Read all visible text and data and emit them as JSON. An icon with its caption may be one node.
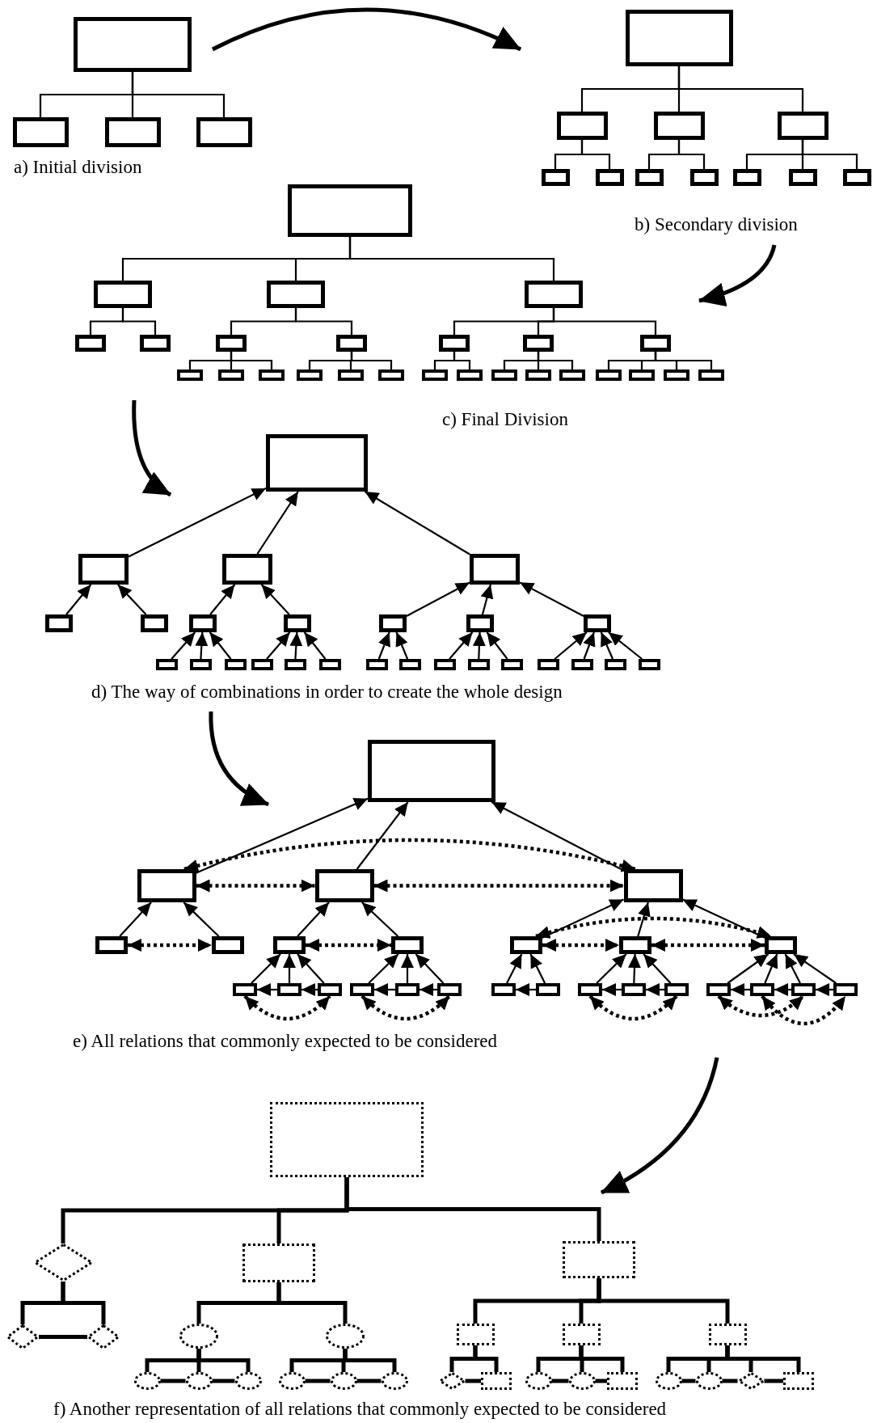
{
  "diagram": {
    "nodes": [
      {
        "text": [],
        "shape": "box"
      },
      {
        "text": [],
        "shape": "box"
      },
      {
        "text": [],
        "shape": "box"
      },
      {
        "text": [],
        "shape": "box"
      },
      {
        "text": [],
        "shape": "box"
      },
      {
        "text": [],
        "shape": "box"
      },
      {
        "text": [],
        "shape": "box"
      },
      {
        "text": [],
        "shape": "box"
      },
      {
        "text": [],
        "shape": "box"
      },
      {
        "text": [],
        "shape": "box"
      },
      {
        "text": [],
        "shape": "box"
      },
      {
        "text": [],
        "shape": "box"
      },
      {
        "text": [],
        "shape": "box"
      },
      {
        "text": [],
        "shape": "box"
      },
      {
        "text": [],
        "shape": "box"
      },
      {
        "text": [],
        "shape": "box"
      },
      {
        "text": [],
        "shape": "box"
      },
      {
        "text": [],
        "shape": "box"
      },
      {
        "text": [],
        "shape": "box"
      },
      {
        "text": [],
        "shape": "box"
      },
      {
        "text": [],
        "shape": "box"
      },
      {
        "text": [],
        "shape": "box"
      },
      {
        "text": [],
        "shape": "box"
      },
      {
        "text": [],
        "shape": "box"
      },
      {
        "text": [],
        "shape": "box"
      },
      {
        "text": [],
        "shape": "box"
      },
      {
        "text": [],
        "shape": "box"
      },
      {
        "text": [],
        "shape": "box"
      },
      {
        "text": [],
        "shape": "box"
      },
      {
        "text": [],
        "shape": "box"
      },
      {
        "text": [],
        "shape": "box"
      },
      {
        "text": [],
        "shape": "box"
      },
      {
        "text": [],
        "shape": "box"
      },
      {
        "text": [],
        "shape": "box"
      },
      {
        "text": [],
        "shape": "box"
      },
      {
        "text": [],
        "shape": "box"
      },
      {
        "text": [],
        "shape": "box"
      },
      {
        "text": [],
        "shape": "box"
      },
      {
        "text": [],
        "shape": "box"
      },
      {
        "text": [],
        "shape": "box"
      },
      {
        "text": [],
        "shape": "box"
      },
      {
        "text": [],
        "shape": "box"
      },
      {
        "text": [],
        "shape": "box"
      },
      {
        "text": [],
        "shape": "box"
      },
      {
        "text": [],
        "shape": "box"
      },
      {
        "text": [],
        "shape": "box"
      },
      {
        "text": [],
        "shape": "box"
      },
      {
        "text": [],
        "shape": "box"
      },
      {
        "text": [],
        "shape": "box"
      },
      {
        "text": [],
        "shape": "box"
      },
      {
        "text": [],
        "shape": "box"
      },
      {
        "text": [],
        "shape": "box"
      },
      {
        "text": [],
        "shape": "box"
      },
      {
        "text": [],
        "shape": "box"
      },
      {
        "text": [],
        "shape": "box"
      },
      {
        "text": [],
        "shape": "box"
      },
      {
        "text": [],
        "shape": "box"
      },
      {
        "text": [],
        "shape": "box"
      },
      {
        "text": [],
        "shape": "box"
      },
      {
        "text": [],
        "shape": "box"
      },
      {
        "text": [],
        "shape": "box"
      },
      {
        "text": [],
        "shape": "box"
      },
      {
        "text": [],
        "shape": "box"
      },
      {
        "text": [],
        "shape": "box"
      },
      {
        "text": [],
        "shape": "box"
      },
      {
        "text": [],
        "shape": "box"
      },
      {
        "text": [],
        "shape": "box"
      },
      {
        "text": [],
        "shape": "box"
      },
      {
        "text": [],
        "shape": "box"
      },
      {
        "text": [],
        "shape": "box"
      },
      {
        "text": [],
        "shape": "box"
      },
      {
        "text": [],
        "shape": "box"
      },
      {
        "text": [],
        "shape": "box"
      },
      {
        "text": [],
        "shape": "box"
      },
      {
        "text": [],
        "shape": "box"
      },
      {
        "text": [],
        "shape": "box"
      },
      {
        "text": [],
        "shape": "box"
      },
      {
        "text": [],
        "shape": "box"
      },
      {
        "text": [],
        "shape": "box"
      },
      {
        "text": [],
        "shape": "box"
      },
      {
        "text": [],
        "shape": "box"
      },
      {
        "text": [],
        "shape": "box"
      },
      {
        "text": [],
        "shape": "box"
      },
      {
        "text": [],
        "shape": "box"
      },
      {
        "text": [],
        "shape": "box"
      },
      {
        "text": [],
        "shape": "box"
      },
      {
        "text": [],
        "shape": "box"
      },
      {
        "text": [],
        "shape": "box"
      },
      {
        "text": [],
        "shape": "box"
      },
      {
        "text": [],
        "shape": "box"
      },
      {
        "text": [],
        "shape": "box"
      },
      {
        "text": [],
        "shape": "box"
      },
      {
        "text": [],
        "shape": "box"
      },
      {
        "text": [],
        "shape": "box"
      },
      {
        "text": [],
        "shape": "diamond"
      },
      {
        "text": [],
        "shape": "box"
      },
      {
        "text": [],
        "shape": "box"
      },
      {
        "text": [],
        "shape": "diamond"
      },
      {
        "text": [],
        "shape": "diamond"
      },
      {
        "text": [],
        "shape": "ellipse"
      },
      {
        "text": [],
        "shape": "ellipse"
      },
      {
        "text": [],
        "shape": "box"
      },
      {
        "text": [],
        "shape": "box"
      },
      {
        "text": [],
        "shape": "box"
      },
      {
        "text": [],
        "shape": "ellipse"
      },
      {
        "text": [],
        "shape": "ellipse"
      },
      {
        "text": [],
        "shape": "ellipse"
      },
      {
        "text": [],
        "shape": "ellipse"
      },
      {
        "text": [],
        "shape": "ellipse"
      },
      {
        "text": [],
        "shape": "ellipse"
      },
      {
        "text": [],
        "shape": "diamond"
      },
      {
        "text": [],
        "shape": "box"
      },
      {
        "text": [],
        "shape": "ellipse"
      },
      {
        "text": [],
        "shape": "ellipse"
      },
      {
        "text": [],
        "shape": "box"
      },
      {
        "text": [],
        "shape": "ellipse"
      },
      {
        "text": [],
        "shape": "ellipse"
      },
      {
        "text": [],
        "shape": "diamond"
      },
      {
        "text": [],
        "shape": "box"
      }
    ],
    "edges": [
      {
        "from": 0,
        "to": 1,
        "arrow": "none"
      },
      {
        "from": 0,
        "to": 2,
        "arrow": "none"
      },
      {
        "from": 0,
        "to": 3,
        "arrow": "none"
      },
      {
        "from": 4,
        "to": 5,
        "arrow": "none"
      },
      {
        "from": 4,
        "to": 6,
        "arrow": "none"
      },
      {
        "from": 4,
        "to": 7,
        "arrow": "none"
      },
      {
        "from": 5,
        "to": 8,
        "arrow": "none"
      },
      {
        "from": 5,
        "to": 9,
        "arrow": "none"
      },
      {
        "from": 6,
        "to": 10,
        "arrow": "none"
      },
      {
        "from": 6,
        "to": 11,
        "arrow": "none"
      },
      {
        "from": 7,
        "to": 12,
        "arrow": "none"
      },
      {
        "from": 7,
        "to": 13,
        "arrow": "none"
      },
      {
        "from": 7,
        "to": 14,
        "arrow": "none"
      },
      {
        "from": 15,
        "to": 16,
        "arrow": "none"
      },
      {
        "from": 15,
        "to": 17,
        "arrow": "none"
      },
      {
        "from": 15,
        "to": 18,
        "arrow": "none"
      },
      {
        "from": 16,
        "to": 19,
        "arrow": "none"
      },
      {
        "from": 16,
        "to": 20,
        "arrow": "none"
      },
      {
        "from": 17,
        "to": 21,
        "arrow": "none"
      },
      {
        "from": 17,
        "to": 22,
        "arrow": "none"
      },
      {
        "from": 18,
        "to": 23,
        "arrow": "none"
      },
      {
        "from": 18,
        "to": 24,
        "arrow": "none"
      },
      {
        "from": 18,
        "to": 25,
        "arrow": "none"
      },
      {
        "from": 21,
        "to": 26,
        "arrow": "none"
      },
      {
        "from": 21,
        "to": 27,
        "arrow": "none"
      },
      {
        "from": 21,
        "to": 28,
        "arrow": "none"
      },
      {
        "from": 22,
        "to": 29,
        "arrow": "none"
      },
      {
        "from": 22,
        "to": 30,
        "arrow": "none"
      },
      {
        "from": 22,
        "to": 31,
        "arrow": "none"
      },
      {
        "from": 23,
        "to": 32,
        "arrow": "none"
      },
      {
        "from": 23,
        "to": 33,
        "arrow": "none"
      },
      {
        "from": 24,
        "to": 34,
        "arrow": "none"
      },
      {
        "from": 24,
        "to": 35,
        "arrow": "none"
      },
      {
        "from": 24,
        "to": 36,
        "arrow": "none"
      },
      {
        "from": 25,
        "to": 37,
        "arrow": "none"
      },
      {
        "from": 25,
        "to": 38,
        "arrow": "none"
      },
      {
        "from": 25,
        "to": 39,
        "arrow": "none"
      },
      {
        "from": 25,
        "to": 40,
        "arrow": "none"
      },
      {
        "from": 42,
        "to": 41,
        "arrow": "to"
      },
      {
        "from": 43,
        "to": 41,
        "arrow": "to"
      },
      {
        "from": 44,
        "to": 41,
        "arrow": "to"
      },
      {
        "from": 45,
        "to": 42,
        "arrow": "to"
      },
      {
        "from": 46,
        "to": 42,
        "arrow": "to"
      },
      {
        "from": 47,
        "to": 43,
        "arrow": "to"
      },
      {
        "from": 48,
        "to": 43,
        "arrow": "to"
      },
      {
        "from": 49,
        "to": 44,
        "arrow": "to"
      },
      {
        "from": 50,
        "to": 44,
        "arrow": "to"
      },
      {
        "from": 51,
        "to": 44,
        "arrow": "to"
      },
      {
        "from": 52,
        "to": 47,
        "arrow": "to"
      },
      {
        "from": 53,
        "to": 47,
        "arrow": "to"
      },
      {
        "from": 54,
        "to": 47,
        "arrow": "to"
      },
      {
        "from": 55,
        "to": 48,
        "arrow": "to"
      },
      {
        "from": 56,
        "to": 48,
        "arrow": "to"
      },
      {
        "from": 57,
        "to": 48,
        "arrow": "to"
      },
      {
        "from": 58,
        "to": 49,
        "arrow": "to"
      },
      {
        "from": 59,
        "to": 49,
        "arrow": "to"
      },
      {
        "from": 60,
        "to": 50,
        "arrow": "to"
      },
      {
        "from": 61,
        "to": 50,
        "arrow": "to"
      },
      {
        "from": 62,
        "to": 50,
        "arrow": "to"
      },
      {
        "from": 63,
        "to": 51,
        "arrow": "to"
      },
      {
        "from": 64,
        "to": 51,
        "arrow": "to"
      },
      {
        "from": 65,
        "to": 51,
        "arrow": "to"
      },
      {
        "from": 66,
        "to": 51,
        "arrow": "to"
      },
      {
        "from": 68,
        "to": 67,
        "arrow": "to"
      },
      {
        "from": 69,
        "to": 67,
        "arrow": "to"
      },
      {
        "from": 70,
        "to": 67,
        "arrow": "to"
      },
      {
        "from": 71,
        "to": 68,
        "arrow": "to"
      },
      {
        "from": 72,
        "to": 68,
        "arrow": "to"
      },
      {
        "from": 73,
        "to": 69,
        "arrow": "to"
      },
      {
        "from": 74,
        "to": 69,
        "arrow": "to"
      },
      {
        "from": 75,
        "to": 70,
        "arrow": "to"
      },
      {
        "from": 76,
        "to": 70,
        "arrow": "to"
      },
      {
        "from": 77,
        "to": 70,
        "arrow": "to"
      },
      {
        "from": 78,
        "to": 73,
        "arrow": "to"
      },
      {
        "from": 79,
        "to": 73,
        "arrow": "to"
      },
      {
        "from": 80,
        "to": 73,
        "arrow": "to"
      },
      {
        "from": 81,
        "to": 74,
        "arrow": "to"
      },
      {
        "from": 82,
        "to": 74,
        "arrow": "to"
      },
      {
        "from": 83,
        "to": 74,
        "arrow": "to"
      },
      {
        "from": 84,
        "to": 75,
        "arrow": "to"
      },
      {
        "from": 85,
        "to": 75,
        "arrow": "to"
      },
      {
        "from": 86,
        "to": 76,
        "arrow": "to"
      },
      {
        "from": 87,
        "to": 76,
        "arrow": "to"
      },
      {
        "from": 88,
        "to": 76,
        "arrow": "to"
      },
      {
        "from": 89,
        "to": 77,
        "arrow": "to"
      },
      {
        "from": 90,
        "to": 77,
        "arrow": "to"
      },
      {
        "from": 91,
        "to": 77,
        "arrow": "to"
      },
      {
        "from": 92,
        "to": 77,
        "arrow": "to"
      },
      {
        "from": 68,
        "to": 69,
        "arrow": "both",
        "style": "dashed"
      },
      {
        "from": 69,
        "to": 70,
        "arrow": "both",
        "style": "dashed"
      },
      {
        "from": 68,
        "to": 70,
        "arrow": "both",
        "style": "dashed"
      },
      {
        "from": 71,
        "to": 72,
        "arrow": "both",
        "style": "dashed"
      },
      {
        "from": 73,
        "to": 74,
        "arrow": "both",
        "style": "dashed"
      },
      {
        "from": 75,
        "to": 76,
        "arrow": "both",
        "style": "dashed"
      },
      {
        "from": 76,
        "to": 77,
        "arrow": "both",
        "style": "dashed"
      },
      {
        "from": 75,
        "to": 77,
        "arrow": "both",
        "style": "dashed"
      },
      {
        "from": 79,
        "to": 78,
        "arrow": "to"
      },
      {
        "from": 80,
        "to": 79,
        "arrow": "to"
      },
      {
        "from": 82,
        "to": 81,
        "arrow": "to"
      },
      {
        "from": 83,
        "to": 82,
        "arrow": "to"
      },
      {
        "from": 85,
        "to": 84,
        "arrow": "to"
      },
      {
        "from": 87,
        "to": 86,
        "arrow": "to"
      },
      {
        "from": 88,
        "to": 87,
        "arrow": "to"
      },
      {
        "from": 90,
        "to": 89,
        "arrow": "to"
      },
      {
        "from": 91,
        "to": 90,
        "arrow": "to"
      },
      {
        "from": 92,
        "to": 91,
        "arrow": "to"
      },
      {
        "from": 78,
        "to": 80,
        "arrow": "both",
        "style": "dashed"
      },
      {
        "from": 81,
        "to": 83,
        "arrow": "both",
        "style": "dashed"
      },
      {
        "from": 86,
        "to": 88,
        "arrow": "both",
        "style": "dashed"
      },
      {
        "from": 89,
        "to": 91,
        "arrow": "both",
        "style": "dashed"
      },
      {
        "from": 90,
        "to": 92,
        "arrow": "both",
        "style": "dashed"
      },
      {
        "from": 93,
        "to": 94,
        "arrow": "none",
        "style": "thick"
      },
      {
        "from": 93,
        "to": 95,
        "arrow": "none",
        "style": "thick"
      },
      {
        "from": 93,
        "to": 96,
        "arrow": "none",
        "style": "thick"
      },
      {
        "from": 94,
        "to": 97,
        "arrow": "none",
        "style": "thick"
      },
      {
        "from": 94,
        "to": 98,
        "arrow": "none",
        "style": "thick"
      },
      {
        "from": 95,
        "to": 99,
        "arrow": "none",
        "style": "thick"
      },
      {
        "from": 95,
        "to": 100,
        "arrow": "none",
        "style": "thick"
      },
      {
        "from": 96,
        "to": 101,
        "arrow": "none",
        "style": "thick"
      },
      {
        "from": 96,
        "to": 102,
        "arrow": "none",
        "style": "thick"
      },
      {
        "from": 96,
        "to": 103,
        "arrow": "none",
        "style": "thick"
      },
      {
        "from": 99,
        "to": 104,
        "arrow": "none",
        "style": "thick"
      },
      {
        "from": 99,
        "to": 105,
        "arrow": "none",
        "style": "thick"
      },
      {
        "from": 99,
        "to": 106,
        "arrow": "none",
        "style": "thick"
      },
      {
        "from": 100,
        "to": 107,
        "arrow": "none",
        "style": "thick"
      },
      {
        "from": 100,
        "to": 108,
        "arrow": "none",
        "style": "thick"
      },
      {
        "from": 100,
        "to": 109,
        "arrow": "none",
        "style": "thick"
      },
      {
        "from": 101,
        "to": 110,
        "arrow": "none",
        "style": "thick"
      },
      {
        "from": 101,
        "to": 111,
        "arrow": "none",
        "style": "thick"
      },
      {
        "from": 102,
        "to": 112,
        "arrow": "none",
        "style": "thick"
      },
      {
        "from": 102,
        "to": 113,
        "arrow": "none",
        "style": "thick"
      },
      {
        "from": 102,
        "to": 114,
        "arrow": "none",
        "style": "thick"
      },
      {
        "from": 103,
        "to": 115,
        "arrow": "none",
        "style": "thick"
      },
      {
        "from": 103,
        "to": 116,
        "arrow": "none",
        "style": "thick"
      },
      {
        "from": 103,
        "to": 117,
        "arrow": "none",
        "style": "thick"
      },
      {
        "from": 103,
        "to": 118,
        "arrow": "none",
        "style": "thick"
      },
      {
        "from": 97,
        "to": 98,
        "arrow": "none",
        "style": "thick"
      },
      {
        "from": 104,
        "to": 105,
        "arrow": "none",
        "style": "thick"
      },
      {
        "from": 105,
        "to": 106,
        "arrow": "none",
        "style": "thick"
      },
      {
        "from": 107,
        "to": 108,
        "arrow": "none",
        "style": "thick"
      },
      {
        "from": 108,
        "to": 109,
        "arrow": "none",
        "style": "thick"
      },
      {
        "from": 110,
        "to": 111,
        "arrow": "none",
        "style": "thick"
      },
      {
        "from": 112,
        "to": 113,
        "arrow": "none",
        "style": "thick"
      },
      {
        "from": 113,
        "to": 114,
        "arrow": "none",
        "style": "thick"
      },
      {
        "from": 115,
        "to": 116,
        "arrow": "none",
        "style": "thick"
      },
      {
        "from": 116,
        "to": 117,
        "arrow": "none",
        "style": "thick"
      },
      {
        "from": 117,
        "to": 118,
        "arrow": "none",
        "style": "thick"
      }
    ],
    "labels": [
      "a) Initial division",
      "b) Secondary division",
      "c) Final Division",
      "d) The way of combinations in order to create the whole design",
      "e) All relations that commonly expected to be considered",
      "f) Another representation of all relations that commonly expected to be considered"
    ]
  }
}
